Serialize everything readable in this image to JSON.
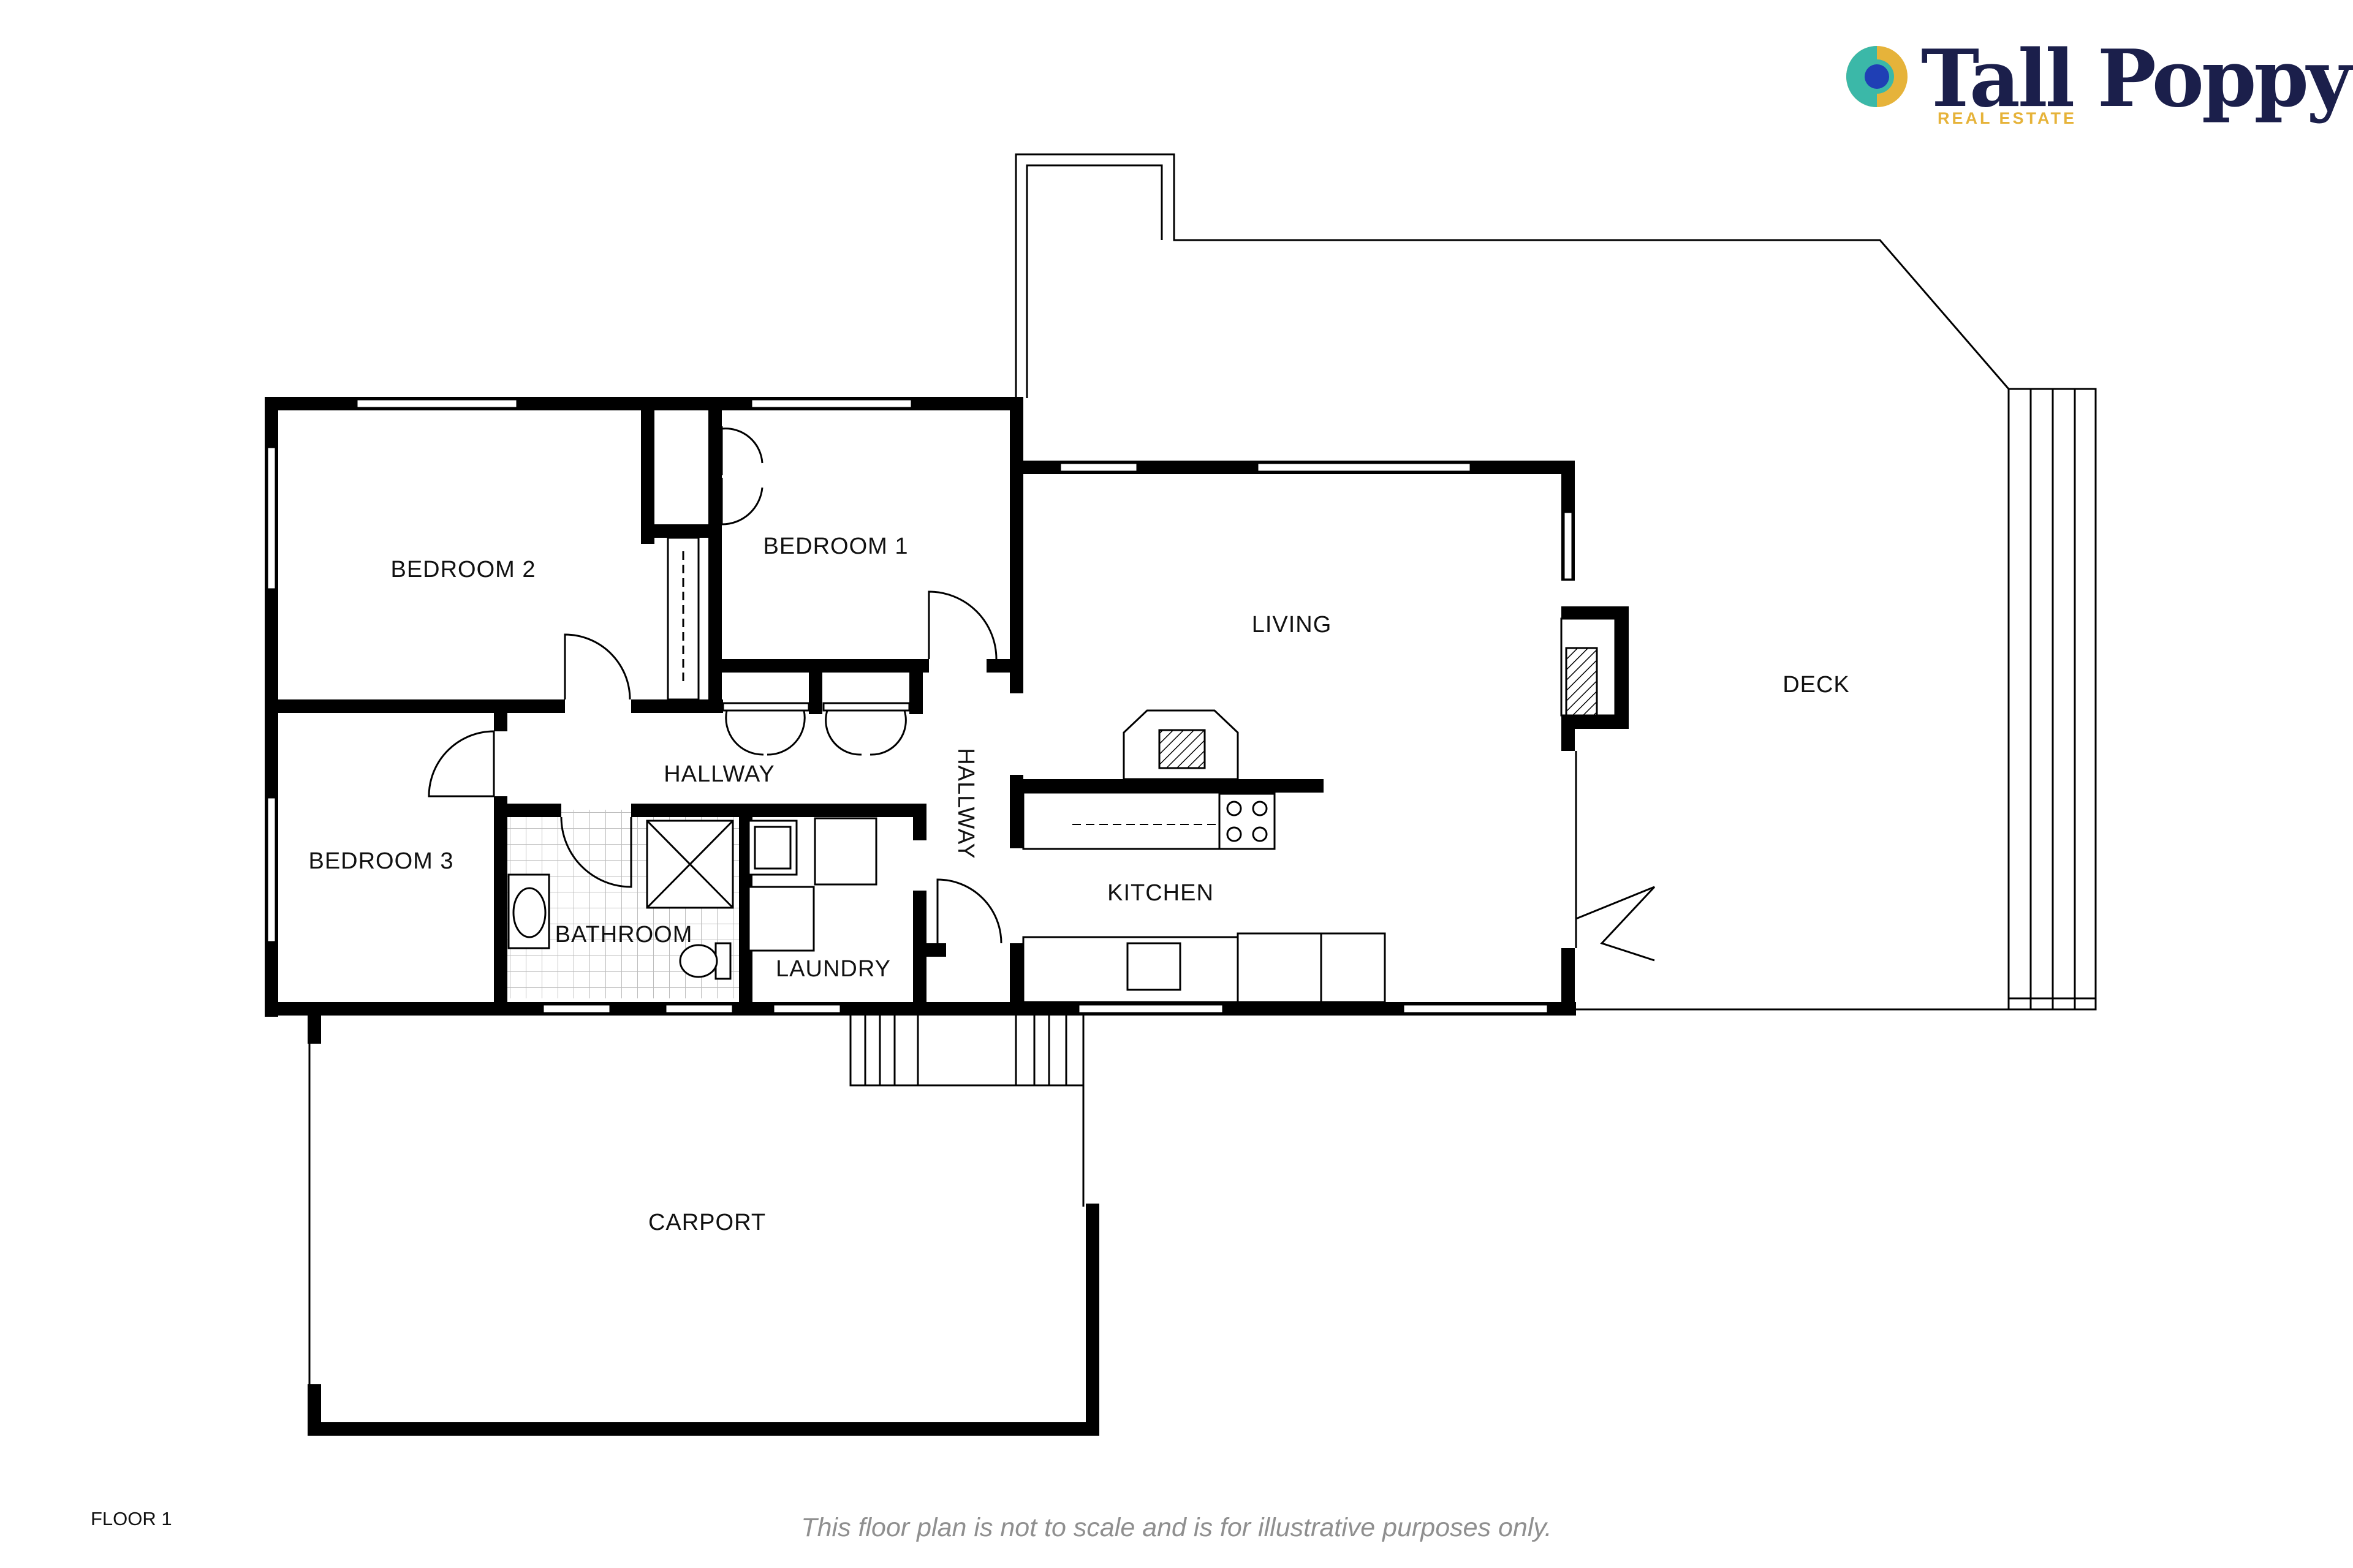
{
  "brand": {
    "name": "Tall Poppy",
    "subtitle": "REAL ESTATE",
    "colors": {
      "navy": "#1b1f4b",
      "gold": "#e6b33a",
      "teal": "#3bb8a8",
      "blue": "#1f3fb5"
    }
  },
  "rooms": {
    "bedroom_2": "BEDROOM 2",
    "bedroom_1": "BEDROOM 1",
    "bedroom_3": "BEDROOM 3",
    "hallway_main": "HALLWAY",
    "hallway_side": "HALLWAY",
    "bathroom": "BATHROOM",
    "laundry": "LAUNDRY",
    "living": "LIVING",
    "kitchen": "KITCHEN",
    "deck": "DECK",
    "carport": "CARPORT"
  },
  "floor_label": "FLOOR 1",
  "disclaimer": "This floor plan is not to scale and is for illustrative purposes only.",
  "colors": {
    "wall": "#000000",
    "tile": "#d8d8d8"
  }
}
